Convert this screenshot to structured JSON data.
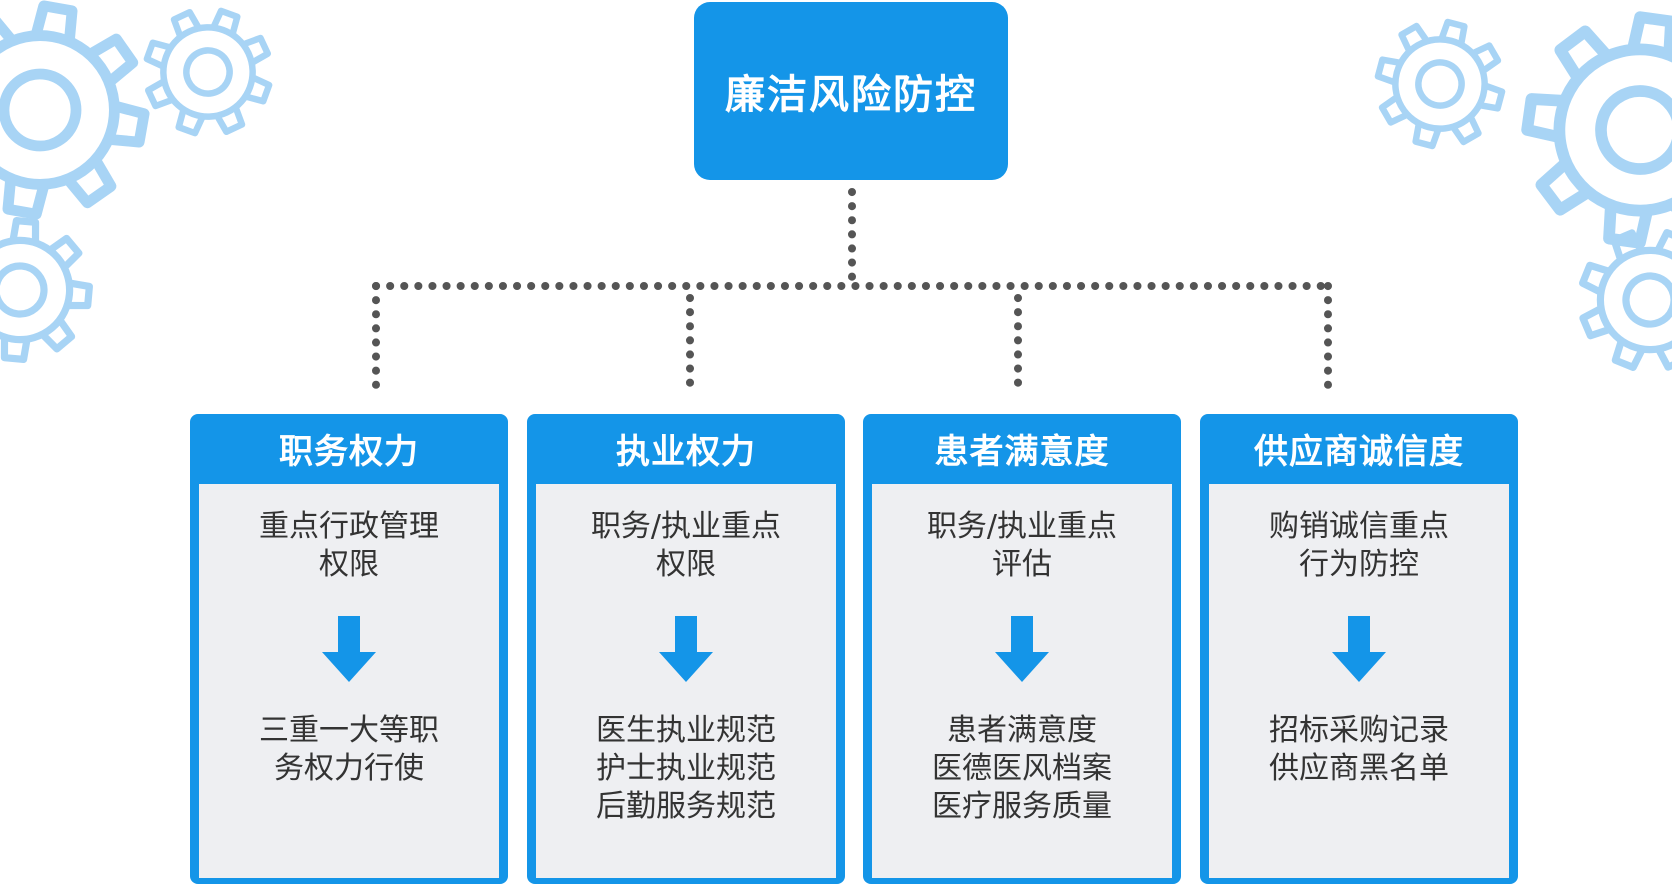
{
  "root": {
    "title": "廉洁风险防控"
  },
  "columns": [
    {
      "title": "职务权力",
      "top": [
        "重点行政管理",
        "权限"
      ],
      "bottom": [
        "三重一大等职",
        "务权力行使"
      ]
    },
    {
      "title": "执业权力",
      "top": [
        "职务/执业重点",
        "权限"
      ],
      "bottom": [
        "医生执业规范",
        "护士执业规范",
        "后勤服务规范"
      ]
    },
    {
      "title": "患者满意度",
      "top": [
        "职务/执业重点",
        "评估"
      ],
      "bottom": [
        "患者满意度",
        "医德医风档案",
        "医疗服务质量"
      ]
    },
    {
      "title": "供应商诚信度",
      "top": [
        "购销诚信重点",
        "行为防控"
      ],
      "bottom": [
        "招标采购记录",
        "供应商黑名单"
      ]
    }
  ],
  "colors": {
    "primary": "#1495e8",
    "panel": "#eeeff2",
    "connector": "#555555",
    "gear": "#a8d4f5"
  },
  "icons": {
    "decoration": "gear-icon",
    "flow": "arrow-down-icon"
  }
}
